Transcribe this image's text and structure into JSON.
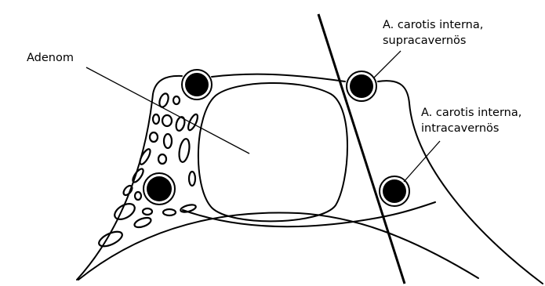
{
  "labels": {
    "adenom": "Adenom",
    "supracavernous": [
      "A. carotis interna,",
      "supracavernös"
    ],
    "intracavernous": [
      "A. carotis interna,",
      "intracavernös"
    ]
  },
  "colors": {
    "stroke": "#000000",
    "background": "#ffffff",
    "vessel_fill": "#000000"
  }
}
